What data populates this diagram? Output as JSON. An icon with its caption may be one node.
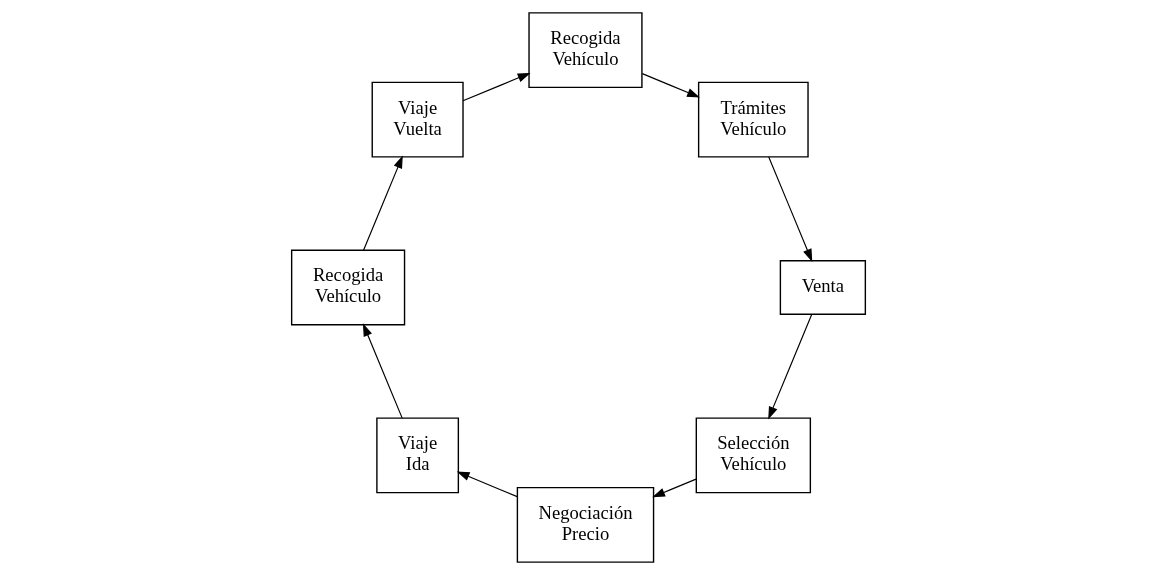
{
  "diagram": {
    "nodes": [
      {
        "text": [
          "Selección Vehículo"
        ]
      },
      {
        "text": [
          "Negociación Precio"
        ]
      },
      {
        "text": [
          "Viaje Ida"
        ]
      },
      {
        "text": [
          "Recogida Vehículo"
        ]
      },
      {
        "text": [
          "Viaje Vuelta"
        ]
      },
      {
        "text": [
          "Recogida Vehículo"
        ]
      },
      {
        "text": [
          "Trámites Vehículo"
        ]
      },
      {
        "text": [
          "Venta"
        ]
      }
    ],
    "edges": [
      {
        "from": 0,
        "to": 1,
        "arrow": "to"
      },
      {
        "from": 1,
        "to": 2,
        "arrow": "to"
      },
      {
        "from": 2,
        "to": 3,
        "arrow": "to"
      },
      {
        "from": 3,
        "to": 4,
        "arrow": "to"
      },
      {
        "from": 4,
        "to": 5,
        "arrow": "to"
      },
      {
        "from": 5,
        "to": 6,
        "arrow": "to"
      },
      {
        "from": 6,
        "to": 7,
        "arrow": "to"
      },
      {
        "from": 7,
        "to": 0,
        "arrow": "to"
      }
    ]
  }
}
